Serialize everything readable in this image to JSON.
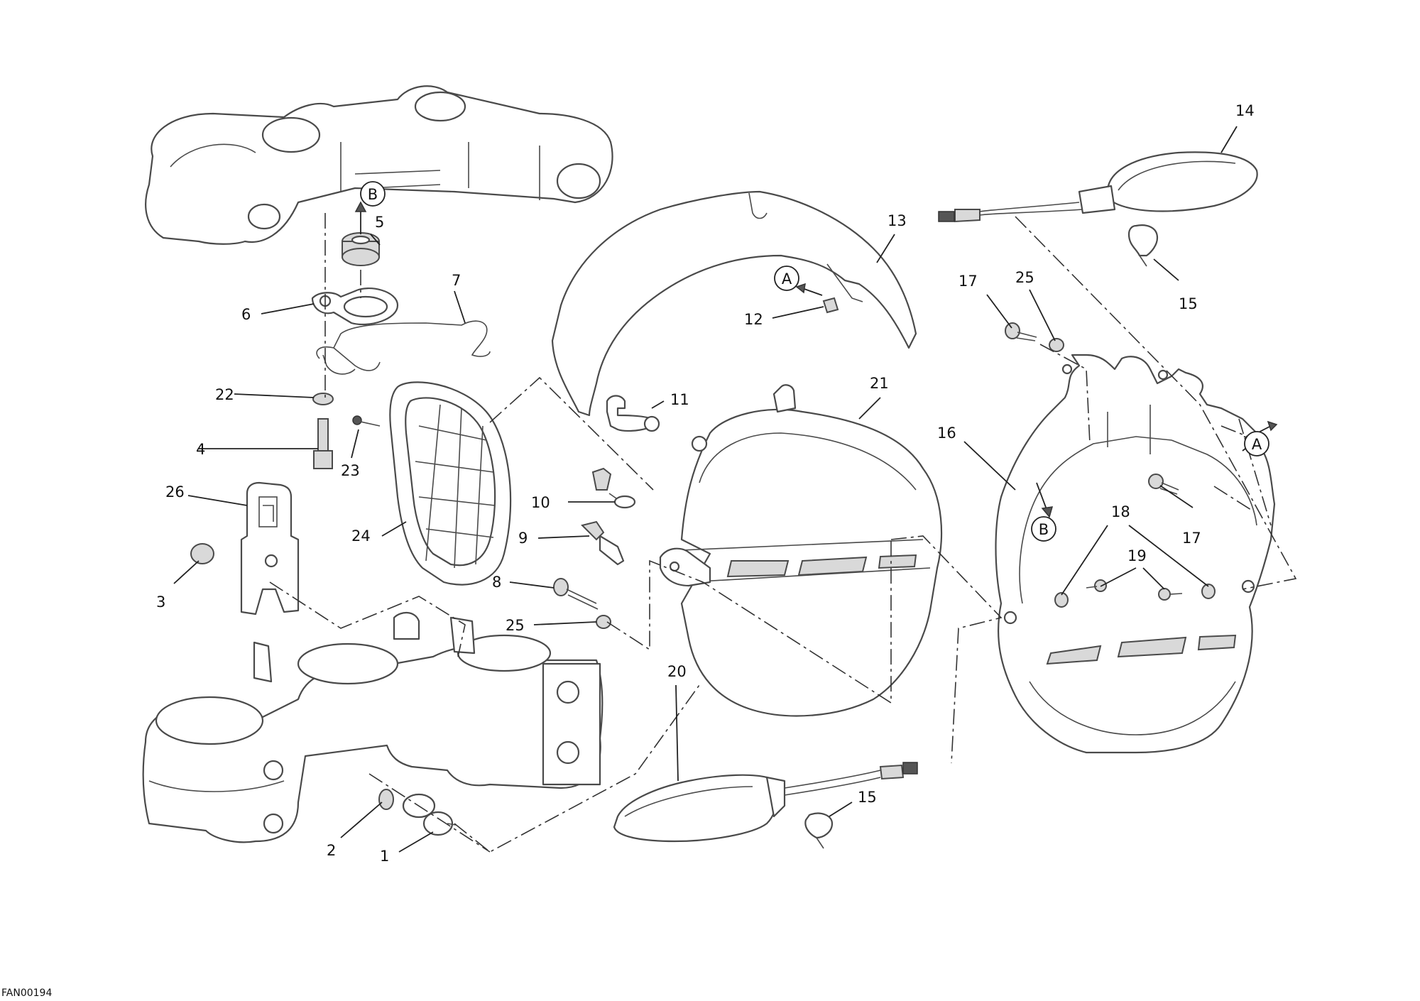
{
  "drawing_code": "FAN00194",
  "callouts": [
    {
      "id": "c14",
      "text": "14"
    },
    {
      "id": "c5",
      "text": "5"
    },
    {
      "id": "c13",
      "text": "13"
    },
    {
      "id": "c7",
      "text": "7"
    },
    {
      "id": "c6",
      "text": "6"
    },
    {
      "id": "c12",
      "text": "12"
    },
    {
      "id": "c17a",
      "text": "17"
    },
    {
      "id": "c25a",
      "text": "25"
    },
    {
      "id": "c15a",
      "text": "15"
    },
    {
      "id": "c22",
      "text": "22"
    },
    {
      "id": "c11",
      "text": "11"
    },
    {
      "id": "c21",
      "text": "21"
    },
    {
      "id": "c4",
      "text": "4"
    },
    {
      "id": "c23",
      "text": "23"
    },
    {
      "id": "c16",
      "text": "16"
    },
    {
      "id": "c26",
      "text": "26"
    },
    {
      "id": "c10",
      "text": "10"
    },
    {
      "id": "c18",
      "text": "18"
    },
    {
      "id": "c17b",
      "text": "17"
    },
    {
      "id": "c24",
      "text": "24"
    },
    {
      "id": "c9",
      "text": "9"
    },
    {
      "id": "c3",
      "text": "3"
    },
    {
      "id": "c8",
      "text": "8"
    },
    {
      "id": "c19",
      "text": "19"
    },
    {
      "id": "c25b",
      "text": "25"
    },
    {
      "id": "c20",
      "text": "20"
    },
    {
      "id": "c15b",
      "text": "15"
    },
    {
      "id": "c2",
      "text": "2"
    },
    {
      "id": "c1",
      "text": "1"
    }
  ],
  "references": [
    {
      "id": "refB1",
      "text": "B"
    },
    {
      "id": "refA1",
      "text": "A"
    },
    {
      "id": "refA2",
      "text": "A"
    },
    {
      "id": "refB2",
      "text": "B"
    }
  ]
}
